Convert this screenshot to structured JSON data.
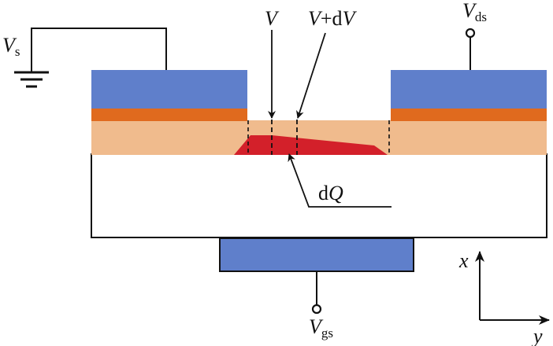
{
  "labels": {
    "vs_main": "V",
    "vs_sub": "s",
    "vds_main": "V",
    "vds_sub": "ds",
    "vgs_main": "V",
    "vgs_sub": "gs",
    "v": "V",
    "vdv_v1": "V",
    "vdv_plus_d": "+d",
    "vdv_v2": "V",
    "dq_d": "d",
    "dq_q": "Q",
    "axis_x": "x",
    "axis_y": "y"
  },
  "colors": {
    "electrode": "#5f7fcb",
    "contact": "#e06a1e",
    "channel": "#f0bb8d",
    "charge": "#d3202a",
    "line": "#111111"
  }
}
